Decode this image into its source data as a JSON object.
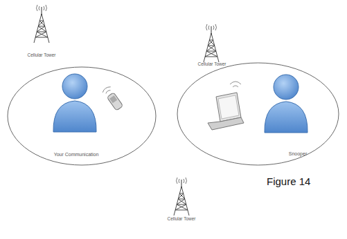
{
  "diagram": {
    "caption": "Figure 14",
    "nodes": [
      {
        "text": [
          "Your Communication"
        ]
      },
      {
        "text": [
          "Snooper"
        ]
      }
    ],
    "labels": [
      "Cellular Tower",
      "Cellular Tower",
      "Cellular Tower"
    ]
  }
}
